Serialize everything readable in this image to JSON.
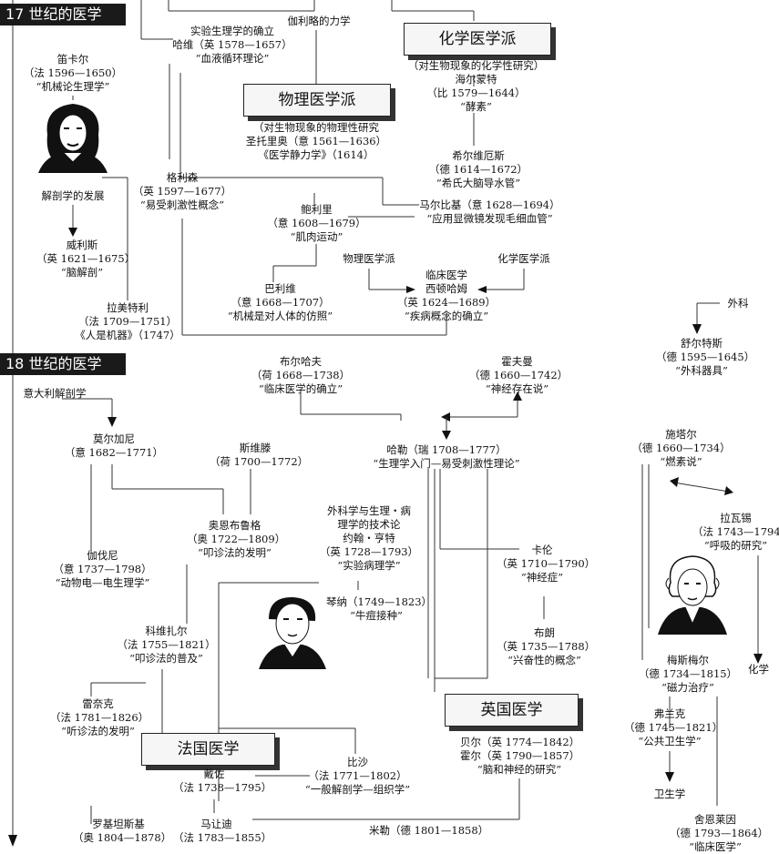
{
  "headers": {
    "c17": "17 世纪的医学",
    "c18": "18 世纪的医学"
  },
  "boxes": {
    "chemical": "化学医学派",
    "physical": "物理医学派",
    "british": "英国医学",
    "french": "法国医学"
  },
  "nodes": {
    "harvey": [
      "实验生理学的确立",
      "哈维（英 1578—1657）",
      "“血液循环理论”"
    ],
    "galileo": [
      "伽利略的力学"
    ],
    "descartes": [
      "笛卡尔",
      "（法 1596—1650）",
      "“机械论生理学”"
    ],
    "chem_desc": [
      "（对生物现象的化学性研究）",
      "海尔蒙特",
      "（比 1579—1644）",
      "“酵素”"
    ],
    "phys_desc": [
      "（对生物现象的物理性研究",
      "圣托里奥（意 1561—1636）",
      "《医学静力学》（1614）"
    ],
    "sylvius": [
      "希尔维厄斯",
      "（德 1614—1672）",
      "“希氏大脑导水管”"
    ],
    "anatomy": [
      "解剖学的发展"
    ],
    "glisson": [
      "格利森",
      "（英 1597—1677）",
      "“易受刺激性概念”"
    ],
    "borelli": [
      "鲍利里",
      "（意 1608—1679）",
      "“肌肉运动”"
    ],
    "malpighi": [
      "马尔比基（意 1628—1694）",
      "“应用显微镜发现毛细血管”"
    ],
    "willis": [
      "威利斯",
      "（英 1621—1675）",
      "“脑解剖”"
    ],
    "phys_school": [
      "物理医学派"
    ],
    "chem_school": [
      "化学医学派"
    ],
    "sydenham": [
      "临床医学",
      "西顿哈姆",
      "（英 1624—1689）",
      "“疾病概念的确立”"
    ],
    "baglivi": [
      "巴利维",
      "（意 1668—1707）",
      "“机械是对人体的仿照”"
    ],
    "lamettrie": [
      "拉美特利",
      "（法 1709—1751）",
      "《人是机器》（1747）"
    ],
    "surgery": [
      "外科"
    ],
    "scultetus": [
      "舒尔特斯",
      "（德 1595—1645）",
      "“外科器具”"
    ],
    "boerhaave": [
      "布尔哈夫",
      "（荷 1668—1738）",
      "“临床医学的确立”"
    ],
    "hoffmann": [
      "霍夫曼",
      "（德 1660—1742）",
      "“神经存在说”"
    ],
    "it_anatomy": [
      "意大利解剖学"
    ],
    "morgagni": [
      "莫尔加尼",
      "（意 1682—1771）"
    ],
    "stahl": [
      "施塔尔",
      "（德 1660—1734）",
      "“燃素说”"
    ],
    "swieten": [
      "斯维滕",
      "（荷 1700—1772）"
    ],
    "haller": [
      "哈勒（瑞 1708—1777）",
      "“生理学入门—易受刺激性理论”"
    ],
    "lavoisier": [
      "拉瓦锡",
      "（法 1743—1794）",
      "“呼吸的研究”"
    ],
    "auenbrugger": [
      "奥恩布鲁格",
      "（奥 1722—1809）",
      "“叩诊法的发明”"
    ],
    "hunter": [
      "外科学与生理・病",
      "理学的技术论",
      "约翰・亨特",
      "（英 1728—1793）",
      "“实验病理学”"
    ],
    "galvani": [
      "伽伐尼",
      "（意 1737—1798）",
      "“动物电—电生理学”"
    ],
    "cullen": [
      "卡伦",
      "（英 1710—1790）",
      "“神经症”"
    ],
    "jenner": [
      "琴纳（1749—1823）",
      "“牛痘接种”"
    ],
    "brown": [
      "布朗",
      "（英 1735—1788）",
      "“兴奋性的概念”"
    ],
    "corvisart": [
      "科维扎尔",
      "（法 1755—1821）",
      "“叩诊法的普及”"
    ],
    "mesmer": [
      "梅斯梅尔",
      "（德 1734—1815）",
      "“磁力治疗”"
    ],
    "chemistry": [
      "化学"
    ],
    "laennec": [
      "雷奈克",
      "（法 1781—1826）",
      "“听诊法的发明”"
    ],
    "frank": [
      "弗兰克",
      "（德 1745—1821）",
      "“公共卫生学”"
    ],
    "bell": [
      "贝尔（英 1774—1842）",
      "霍尔（英 1790—1857）",
      "“脑和神经的研究”"
    ],
    "bichat": [
      "比沙",
      "（法 1771—1802）",
      "“一般解剖学—组织学”"
    ],
    "desault": [
      "戴佐",
      "（法 1738—1795）"
    ],
    "hygiene": [
      "卫生学"
    ],
    "magendie": [
      "马让迪",
      "（法 1783—1855）"
    ],
    "rokitansky": [
      "罗基坦斯基",
      "（奥 1804—1878）"
    ],
    "muller": [
      "米勒（德 1801—1858）"
    ],
    "schonlein": [
      "舍恩莱因",
      "（德 1793—1864）",
      "“临床医学”"
    ]
  }
}
